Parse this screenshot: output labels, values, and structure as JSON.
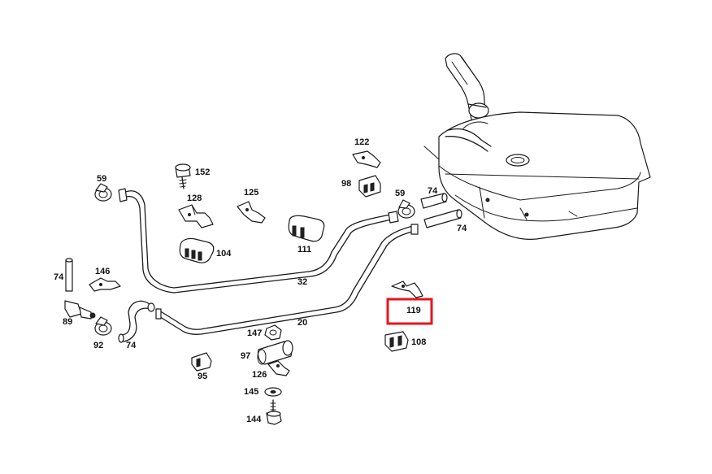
{
  "diagram": {
    "highlight_color": "#e8141c",
    "highlighted_part": "119",
    "labels": {
      "p122": "122",
      "p152": "152",
      "p59a": "59",
      "p125": "125",
      "p98": "98",
      "p59b": "59",
      "p74a": "74",
      "p128": "128",
      "p111": "111",
      "p104": "104",
      "p74b": "74",
      "p146": "146",
      "p74c": "74",
      "p32": "32",
      "p89": "89",
      "p119": "119",
      "p20": "20",
      "p92": "92",
      "p74d": "74",
      "p147": "147",
      "p108": "108",
      "p97": "97",
      "p95": "95",
      "p126": "126",
      "p145": "145",
      "p144": "144"
    }
  }
}
